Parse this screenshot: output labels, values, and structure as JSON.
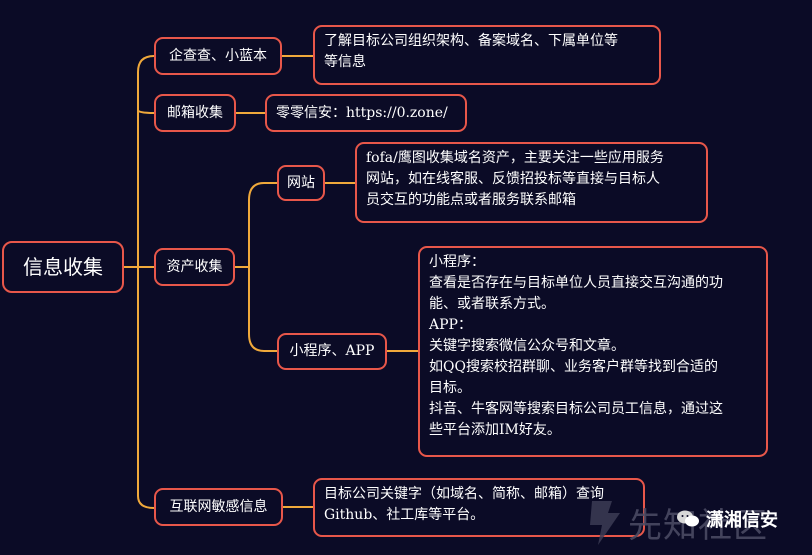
{
  "mindmap": {
    "root": "信息收集",
    "branches": [
      {
        "label": "企查查、小蓝本",
        "detail": "了解目标公司组织架构、备案域名、下属单位等\n等信息"
      },
      {
        "label": "邮箱收集",
        "detail": "零零信安：https://0.zone/"
      },
      {
        "label": "资产收集",
        "children": [
          {
            "label": "网站",
            "detail": "fofa/鹰图收集域名资产，主要关注一些应用服务\n网站，如在线客服、反馈招投标等直接与目标人\n员交互的功能点或者服务联系邮箱"
          },
          {
            "label": "小程序、APP",
            "detail": "小程序：\n查看是否存在与目标单位人员直接交互沟通的功\n能、或者联系方式。\nAPP：\n关键字搜索微信公众号和文章。\n如QQ搜索校招群聊、业务客户群等找到合适的\n目标。\n抖音、牛客网等搜索目标公司员工信息，通过这\n些平台添加IM好友。"
          }
        ]
      },
      {
        "label": "互联网敏感信息",
        "detail": "目标公司关键字（如域名、简称、邮箱）查询\nGithub、社工库等平台。"
      }
    ]
  },
  "watermark": {
    "site": "先知社区",
    "account": "潇湘信安"
  },
  "colors": {
    "background": "#0b0b26",
    "connector": "#f0a93b",
    "border": "#e8574a"
  }
}
